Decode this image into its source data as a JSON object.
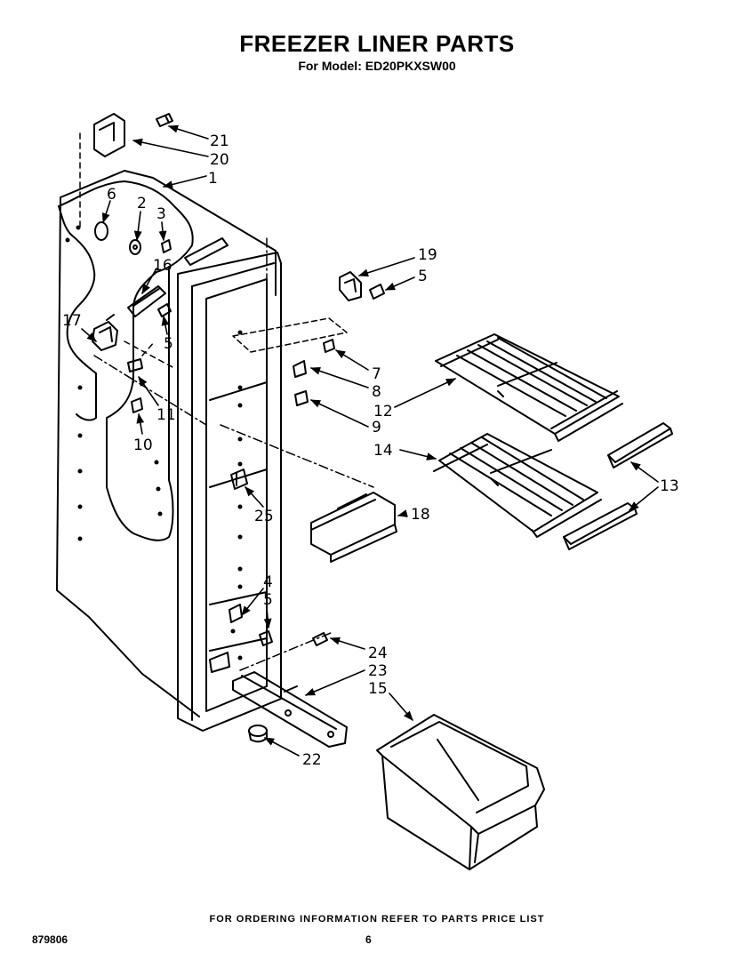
{
  "header": {
    "title": "FREEZER LINER PARTS",
    "subtitle": "For Model: ED20PKXSW00"
  },
  "footer": {
    "ordering_note": "FOR ORDERING INFORMATION REFER TO PARTS PRICE LIST",
    "doc_number": "879806",
    "page_number": "6"
  },
  "callouts": {
    "c1": "1",
    "c2": "2",
    "c3": "3",
    "c4": "4",
    "c5a": "5",
    "c5b": "5",
    "c5c": "5",
    "c6": "6",
    "c7": "7",
    "c8": "8",
    "c9": "9",
    "c10": "10",
    "c11": "11",
    "c12": "12",
    "c13": "13",
    "c14": "14",
    "c15": "15",
    "c16": "16",
    "c17": "17",
    "c18": "18",
    "c19": "19",
    "c20": "20",
    "c21": "21",
    "c22": "22",
    "c23": "23",
    "c24": "24",
    "c25": "25"
  }
}
